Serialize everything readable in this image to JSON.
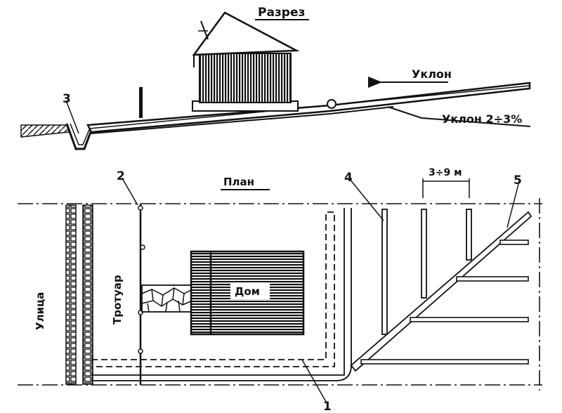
{
  "section": {
    "title": "Разрез",
    "slope_arrow_label": "Уклон",
    "slope_value_label": "Уклон 2÷3%",
    "ditch_number": "3"
  },
  "plan": {
    "title": "План",
    "street_label": "Улица",
    "sidewalk_label": "Тротуар",
    "house_label": "Дом",
    "spacing_label": "3÷9 м",
    "callouts": [
      "1",
      "2",
      "4",
      "5"
    ]
  },
  "colors": {
    "ink": "#111111",
    "paper": "#ffffff"
  }
}
